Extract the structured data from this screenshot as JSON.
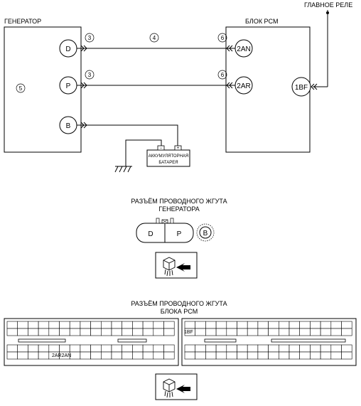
{
  "diagram": {
    "generator_label": "ГЕНЕРАТОР",
    "pcm_label": "БЛОК PCM",
    "main_relay_label": "ГЛАВНОЕ РЕЛЕ",
    "generator_pins": {
      "d": "D",
      "p": "P",
      "b": "B"
    },
    "pcm_pins": {
      "an": "2AN",
      "ar": "2AR",
      "bf": "1BF"
    },
    "callouts": {
      "c3_top": "3",
      "c4": "4",
      "c6_top": "6",
      "c3_mid": "3",
      "c6_mid": "6",
      "c5": "5"
    },
    "battery": {
      "line1": "АККУМУЛЯТОРНАЯ",
      "line2": "БАТАРЕЯ",
      "minus": "−",
      "plus": "+"
    }
  },
  "gen_connector": {
    "title_line1": "РАЗЪЁМ ПРОВОДНОГО ЖГУТА",
    "title_line2": "ГЕНЕРАТОРА",
    "cavity_d": "D",
    "cavity_p": "P",
    "cavity_b": "B"
  },
  "pcm_connector": {
    "title_line1": "РАЗЪЁМ ПРОВОДНОГО ЖГУТА",
    "title_line2": "БЛОКА PCM",
    "label_1bf": "1BF",
    "label_2ar2an": "2AR2AN"
  },
  "icons": [
    "connector-view-arrow-icon",
    "ground-icon"
  ]
}
